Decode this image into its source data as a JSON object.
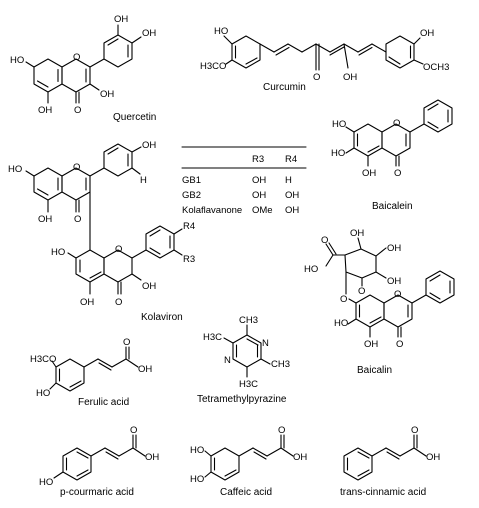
{
  "compounds": {
    "quercetin": {
      "name": "Quercetin",
      "atoms": {
        "oh_3p": "OH",
        "oh_4p": "OH",
        "oh_7": "HO",
        "oh_5": "OH",
        "oh_3": "OH",
        "o_ring": "O",
        "o_keto": "O"
      }
    },
    "curcumin": {
      "name": "Curcumin",
      "atoms": {
        "oh_left": "HO",
        "och3_left": "H3CO",
        "oh_right": "OH",
        "och3_right": "OCH3",
        "o_keto": "O",
        "oh_enol": "OH"
      }
    },
    "baicalein": {
      "name": "Baicalein",
      "atoms": {
        "oh_7": "HO",
        "oh_6": "HO",
        "oh_5": "OH",
        "o_ring": "O",
        "o_keto": "O"
      }
    },
    "kolaviron": {
      "name": "Kolaviron",
      "atoms": {
        "oh_4p": "OH",
        "h_3p": "H",
        "oh_7": "HO",
        "oh_5": "OH",
        "o_ring_top": "O",
        "o_keto_top": "O",
        "oh_7b": "HO",
        "oh_5b": "OH",
        "o_ring_bot": "O",
        "o_keto_bot": "O",
        "oh_3b": "OH",
        "r4": "R4",
        "r3": "R3"
      }
    },
    "baicalin": {
      "name": "Baicalin",
      "atoms": {
        "ho_acid": "HO",
        "o_acid": "O",
        "oh_a": "OH",
        "oh_b": "OH",
        "oh_c": "OH",
        "o_ring_sugar": "O",
        "o_link": "O",
        "ho_6": "HO",
        "oh_5": "OH",
        "o_ring": "O",
        "o_keto": "O"
      }
    },
    "ferulic_acid": {
      "name": "Ferulic acid",
      "atoms": {
        "och3": "H3CO",
        "ho": "HO",
        "o_keto": "O",
        "oh": "OH"
      }
    },
    "tetramethylpyrazine": {
      "name": "Tetramethylpyrazine",
      "atoms": {
        "ch3_tl": "H3C",
        "ch3_tr": "CH3",
        "ch3_bl": "H3C",
        "ch3_br": "CH3",
        "n_left": "N",
        "n_right": "N"
      }
    },
    "p_coumaric_acid": {
      "name": "p-courmaric acid",
      "atoms": {
        "ho": "HO",
        "o_keto": "O",
        "oh": "OH"
      }
    },
    "caffeic_acid": {
      "name": "Caffeic acid",
      "atoms": {
        "ho_top": "HO",
        "ho_bottom": "HO",
        "o_keto": "O",
        "oh": "OH"
      }
    },
    "trans_cinnamic_acid": {
      "name": "trans-cinnamic acid",
      "atoms": {
        "o_keto": "O",
        "oh": "OH"
      }
    }
  },
  "substituent_table": {
    "headers": [
      "",
      "R3",
      "R4"
    ],
    "rows": [
      [
        "GB1",
        "OH",
        "H"
      ],
      [
        "GB2",
        "OH",
        "OH"
      ],
      [
        "Kolaflavanone",
        "OMe",
        "OH"
      ]
    ]
  }
}
